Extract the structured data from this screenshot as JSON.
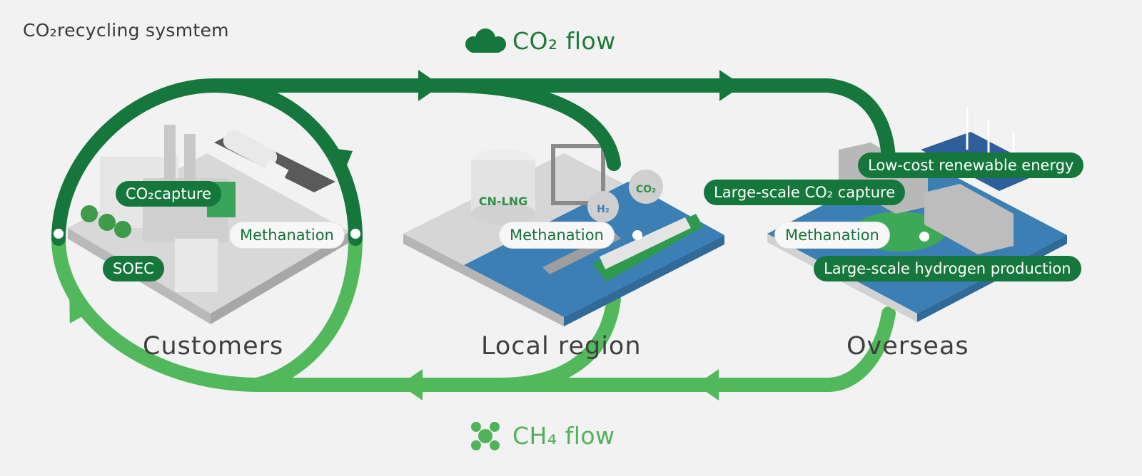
{
  "title": "CO₂recycling sysmtem",
  "flows": {
    "co2": {
      "label": "CO₂ flow",
      "icon": "cloud-icon",
      "color": "#16773c"
    },
    "ch4": {
      "label": "CH₄ flow",
      "icon": "methane-molecule-icon",
      "color": "#4fb35a"
    }
  },
  "regions": {
    "customers": {
      "label": "Customers",
      "tags": {
        "co2_capture": "CO₂capture",
        "methanation": "Methanation",
        "soec": "SOEC"
      }
    },
    "local": {
      "label": "Local region",
      "tags": {
        "methanation": "Methanation"
      },
      "tank_label": "CN-LNG",
      "sphere_labels": [
        "CO₂",
        "H₂"
      ]
    },
    "overseas": {
      "label": "Overseas",
      "tags": {
        "renewable": "Low-cost renewable energy",
        "co2_capture": "Large-scale CO₂ capture",
        "methanation": "Methanation",
        "hydrogen": "Large-scale hydrogen production"
      }
    }
  }
}
